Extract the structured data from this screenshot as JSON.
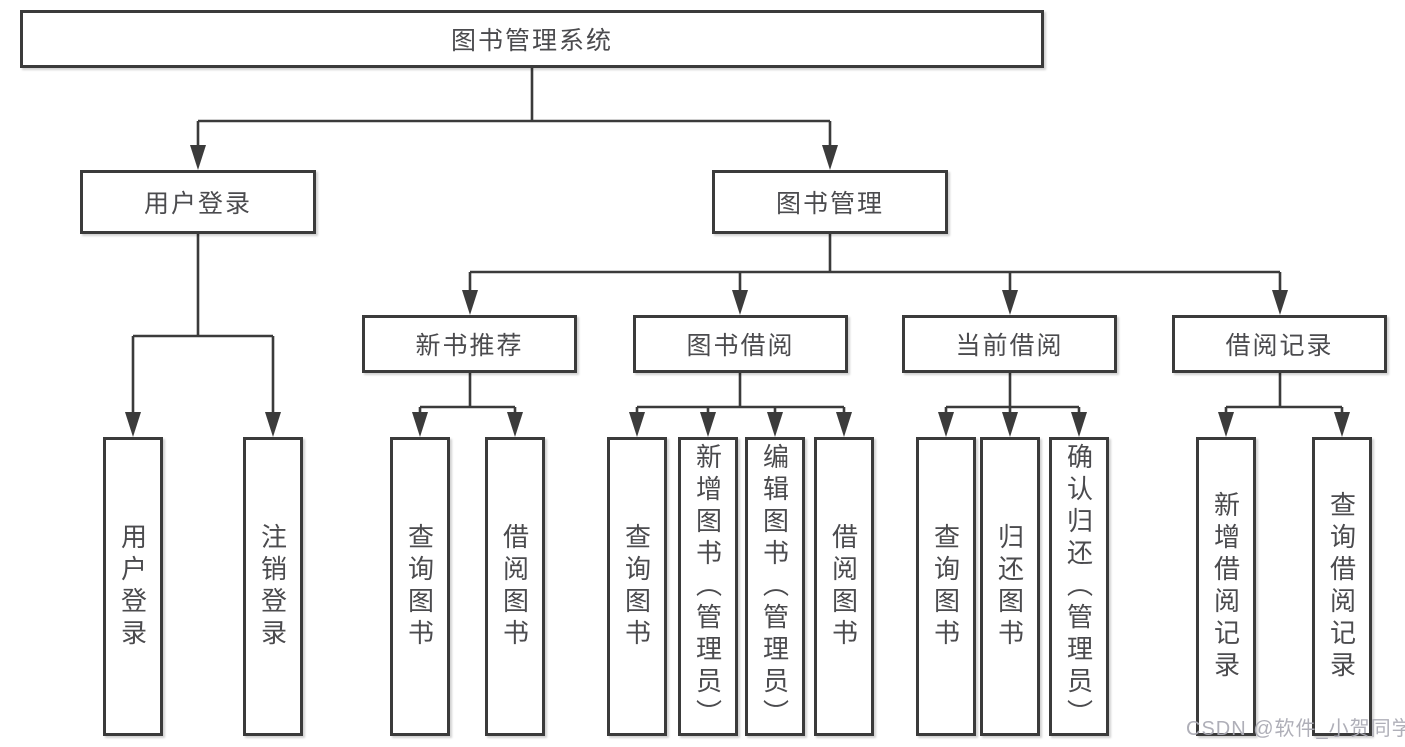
{
  "diagram_title": "图书管理系统",
  "tree": {
    "root": {
      "label": "图书管理系统"
    },
    "branches": [
      {
        "label": "用户登录",
        "children": [
          {
            "label": "用户登录"
          },
          {
            "label": "注销登录"
          }
        ]
      },
      {
        "label": "图书管理",
        "children": [
          {
            "label": "新书推荐",
            "children": [
              {
                "label": "查询图书"
              },
              {
                "label": "借阅图书"
              }
            ]
          },
          {
            "label": "图书借阅",
            "children": [
              {
                "label": "查询图书"
              },
              {
                "label": "新增图书（管理员）"
              },
              {
                "label": "编辑图书（管理员）"
              },
              {
                "label": "借阅图书"
              }
            ]
          },
          {
            "label": "当前借阅",
            "children": [
              {
                "label": "查询图书"
              },
              {
                "label": "归还图书"
              },
              {
                "label": "确认归还（管理员）"
              }
            ]
          },
          {
            "label": "借阅记录",
            "children": [
              {
                "label": "新增借阅记录"
              },
              {
                "label": "查询借阅记录"
              }
            ]
          }
        ]
      }
    ]
  },
  "watermark": "CSDN @软件_小贺同学",
  "colors": {
    "line": "#3b3b3b",
    "box_border": "#3b3b3b",
    "box_fill": "#ffffff",
    "text": "#4b4b4e",
    "watermark": "#abacb4",
    "background": "#ffffff"
  }
}
